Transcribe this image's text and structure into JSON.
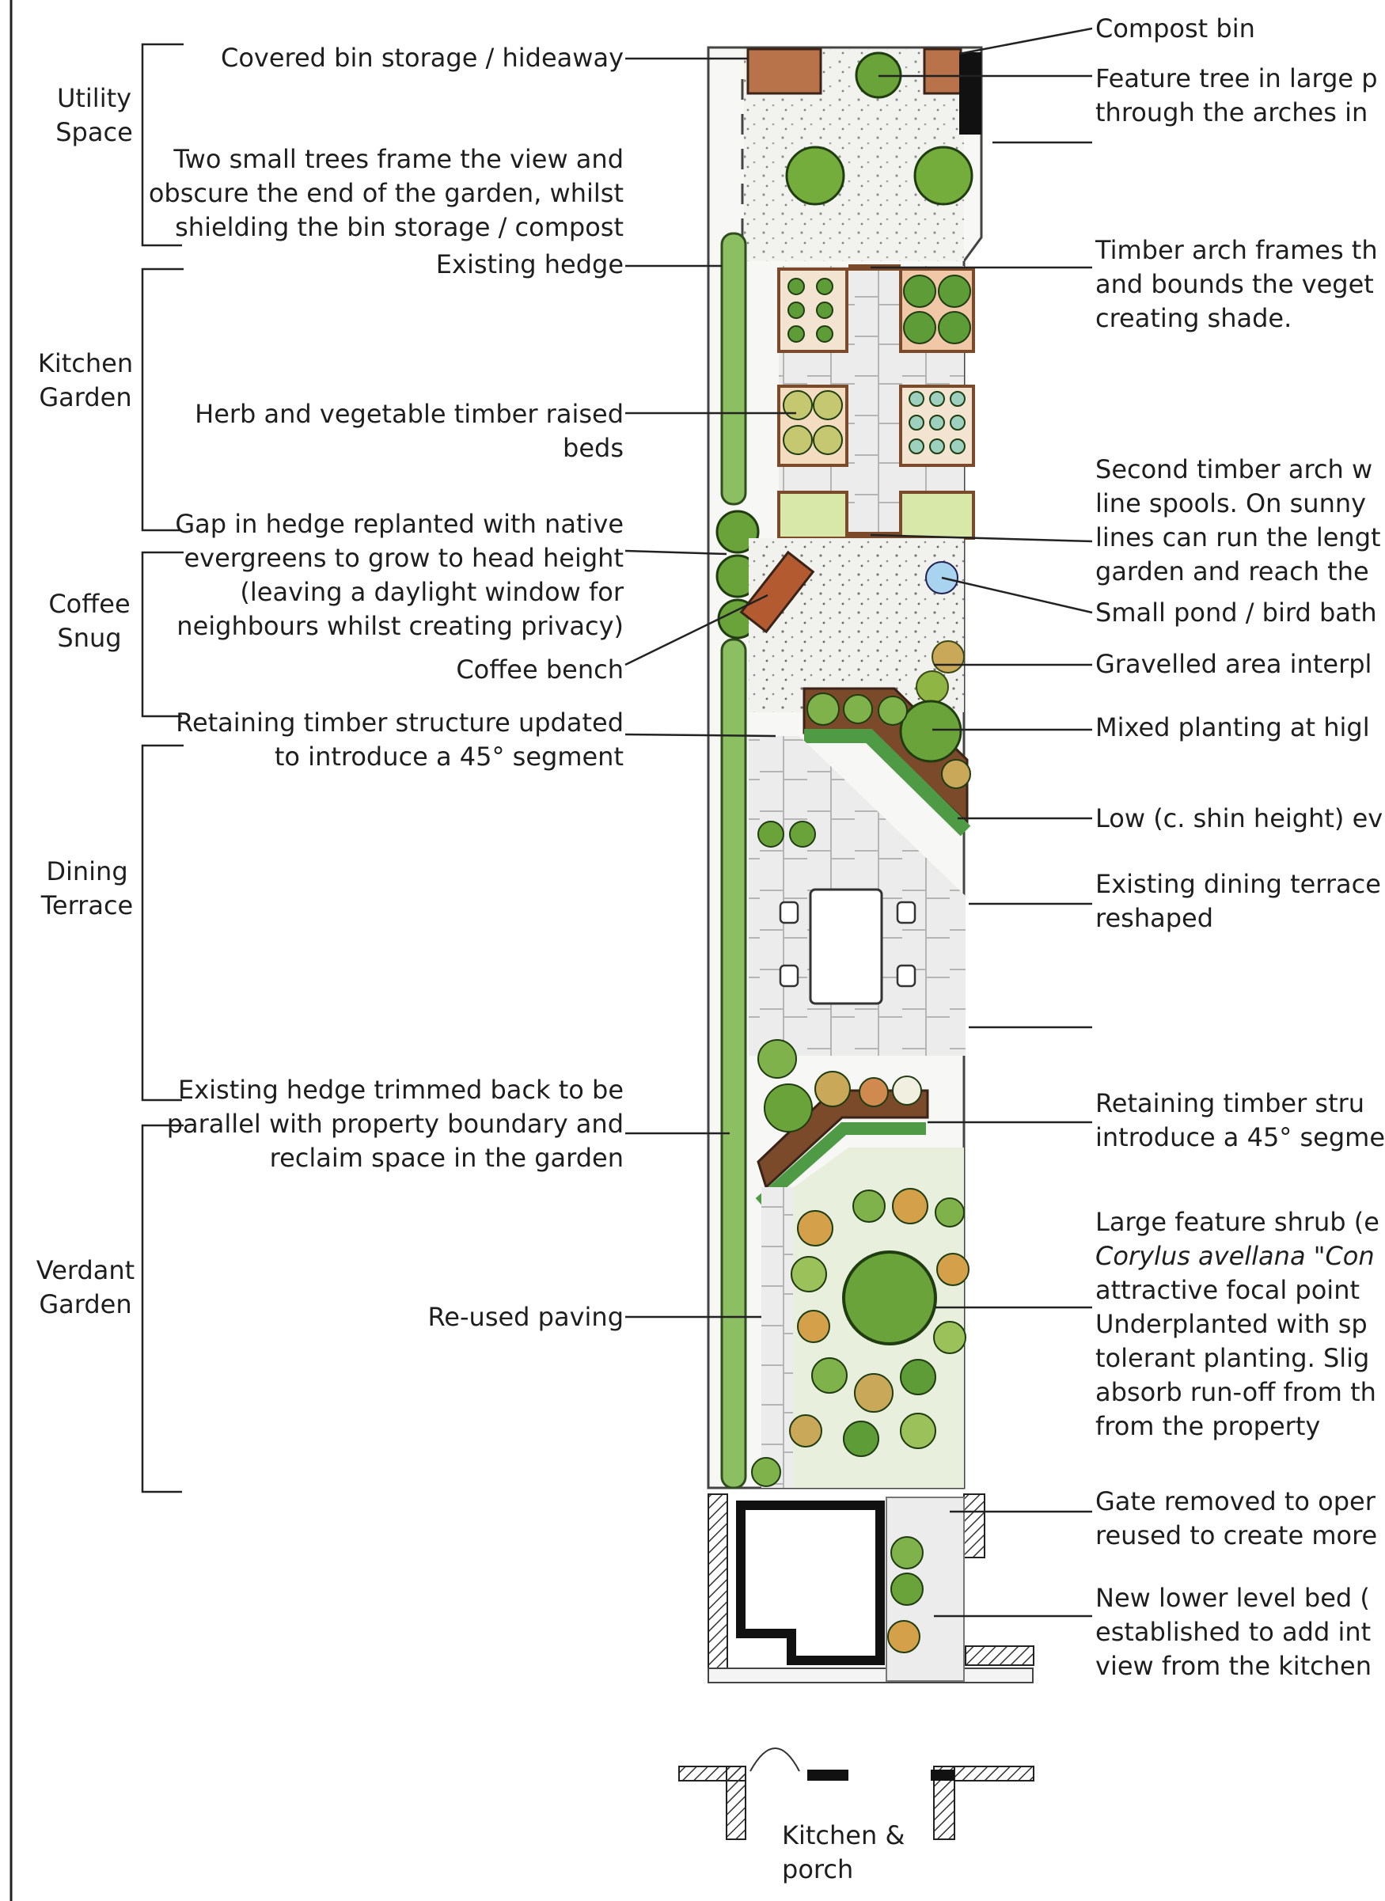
{
  "zones": [
    {
      "id": "utility",
      "lines": [
        "Utility",
        "Space"
      ]
    },
    {
      "id": "kitchen",
      "lines": [
        "Kitchen",
        "Garden"
      ]
    },
    {
      "id": "coffee",
      "lines": [
        "Coffee",
        "Snug"
      ]
    },
    {
      "id": "dining",
      "lines": [
        "Dining",
        "Terrace"
      ]
    },
    {
      "id": "verdant",
      "lines": [
        "Verdant",
        "Garden"
      ]
    }
  ],
  "left_labels": {
    "bin_storage": [
      "Covered bin storage / hideaway"
    ],
    "two_trees": [
      "Two small trees frame the view and",
      "obscure the end of the garden, whilst",
      "shielding the bin storage / compost"
    ],
    "existing_hedge": [
      "Existing hedge"
    ],
    "raised_beds": [
      "Herb and vegetable timber raised",
      "beds"
    ],
    "gap_hedge": [
      "Gap in hedge replanted with native",
      "evergreens to grow to head height",
      "(leaving a daylight window for",
      "neighbours whilst creating privacy)"
    ],
    "coffee_bench": [
      "Coffee bench"
    ],
    "retaining_left": [
      "Retaining timber structure updated",
      "to introduce a 45° segment"
    ],
    "hedge_trimmed": [
      "Existing hedge trimmed back to be",
      "parallel with property boundary and",
      "reclaim space in the garden"
    ],
    "reused_paving": [
      "Re-used paving"
    ]
  },
  "right_labels": {
    "compost": [
      "Compost bin"
    ],
    "feature_tree": [
      "Feature tree in large p",
      "through the arches in"
    ],
    "timber_arch": [
      "Timber arch frames th",
      "and bounds the veget",
      "creating shade."
    ],
    "second_arch": [
      "Second timber arch w",
      "line spools. On sunny",
      "lines can run the lengt",
      "garden and reach the"
    ],
    "pond": [
      "Small pond / bird bath"
    ],
    "gravelled": [
      "Gravelled area interpl"
    ],
    "mixed": [
      "Mixed planting at higl"
    ],
    "low_ev": [
      "Low (c. shin height) ev"
    ],
    "dining_terrace": [
      "Existing dining terrace",
      "reshaped"
    ],
    "retaining_right": [
      "Retaining timber stru",
      "introduce a 45° segme"
    ],
    "large_shrub": {
      "l1": "Large feature shrub (e",
      "l2": "Corylus avellana \"Con",
      "l3": "attractive focal point",
      "l4": "Underplanted with sp",
      "l5": "tolerant planting. Slig",
      "l6": "absorb run-off from th",
      "l7": "from the property"
    },
    "gate": [
      "Gate removed to oper",
      "reused to create more"
    ],
    "lower_bed": [
      "New lower level bed (",
      "established to add int",
      "view from the kitchen"
    ]
  },
  "bottom_label": [
    "Kitchen &",
    "porch"
  ]
}
